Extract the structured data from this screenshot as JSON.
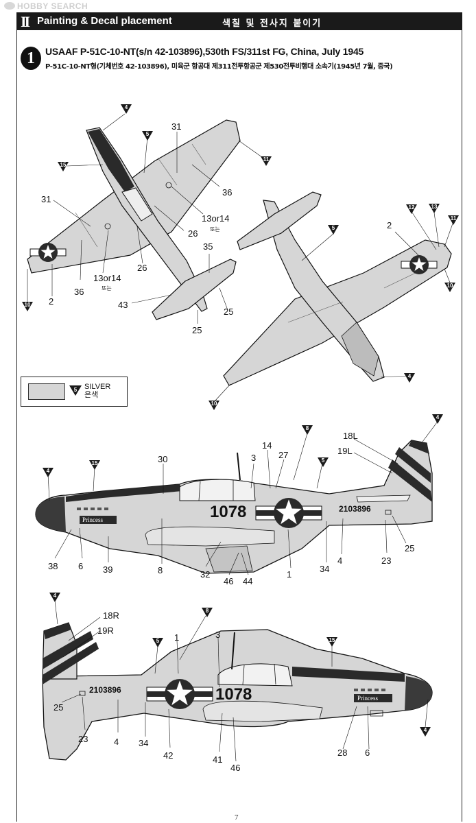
{
  "watermark": "HOBBY SEARCH",
  "header": {
    "number": "II",
    "title": "Painting & Decal placement",
    "title_kr": "색칠 및 전사지 붙이기"
  },
  "scheme": {
    "number": "1",
    "title": "USAAF P-51C-10-NT(s/n 42-103896),530th FS/311st FG, China, July 1945",
    "subtitle": "P-51C-10-NT형(기체번호 42-103896), 미육군 항공대 제311전투항공군 제530전투비행대 소속기(1945년 7월, 중국)"
  },
  "legend": {
    "marker": "5",
    "label_en": "SILVER",
    "label_kr": "은색",
    "swatch_color": "#d6d6d6"
  },
  "colors": {
    "ink": "#111111",
    "silver": "#d6d6d6",
    "olive_drab": "#3a3a3a",
    "marker": "#1a1a1a"
  },
  "aircraft": {
    "serial": "2103896",
    "code": "1078",
    "nose_art": "Princess"
  },
  "top_view_callouts": {
    "c31a": "31",
    "c31b": "31",
    "c36a": "36",
    "c36b": "36",
    "c13a": "13or14",
    "c13a_kr": "또는",
    "c13b": "13or14",
    "c13b_kr": "또는",
    "c26a": "26",
    "c26b": "26",
    "c2": "2",
    "c35": "35",
    "c43": "43",
    "c25a": "25",
    "c25b": "25"
  },
  "bottom_view_callouts": {
    "c2": "2"
  },
  "left_side_callouts": {
    "c30": "30",
    "c3": "3",
    "c14": "14",
    "c27": "27",
    "c18L": "18L",
    "c19L": "19L",
    "c38": "38",
    "c6": "6",
    "c39": "39",
    "c8": "8",
    "c32": "32",
    "c46": "46",
    "c44": "44",
    "c1": "1",
    "c34": "34",
    "c4": "4",
    "c23": "23",
    "c25": "25"
  },
  "right_side_callouts": {
    "c18R": "18R",
    "c19R": "19R",
    "c1": "1",
    "c3": "3",
    "c25": "25",
    "c23": "23",
    "c4": "4",
    "c34": "34",
    "c42": "42",
    "c41": "41",
    "c46": "46",
    "c28": "28",
    "c6": "6"
  },
  "markers": {
    "m4": "4",
    "m5": "5",
    "m8": "8",
    "m10": "10",
    "m11": "11",
    "m12": "12",
    "m13": "13",
    "m15": "15"
  },
  "page_number": "7"
}
